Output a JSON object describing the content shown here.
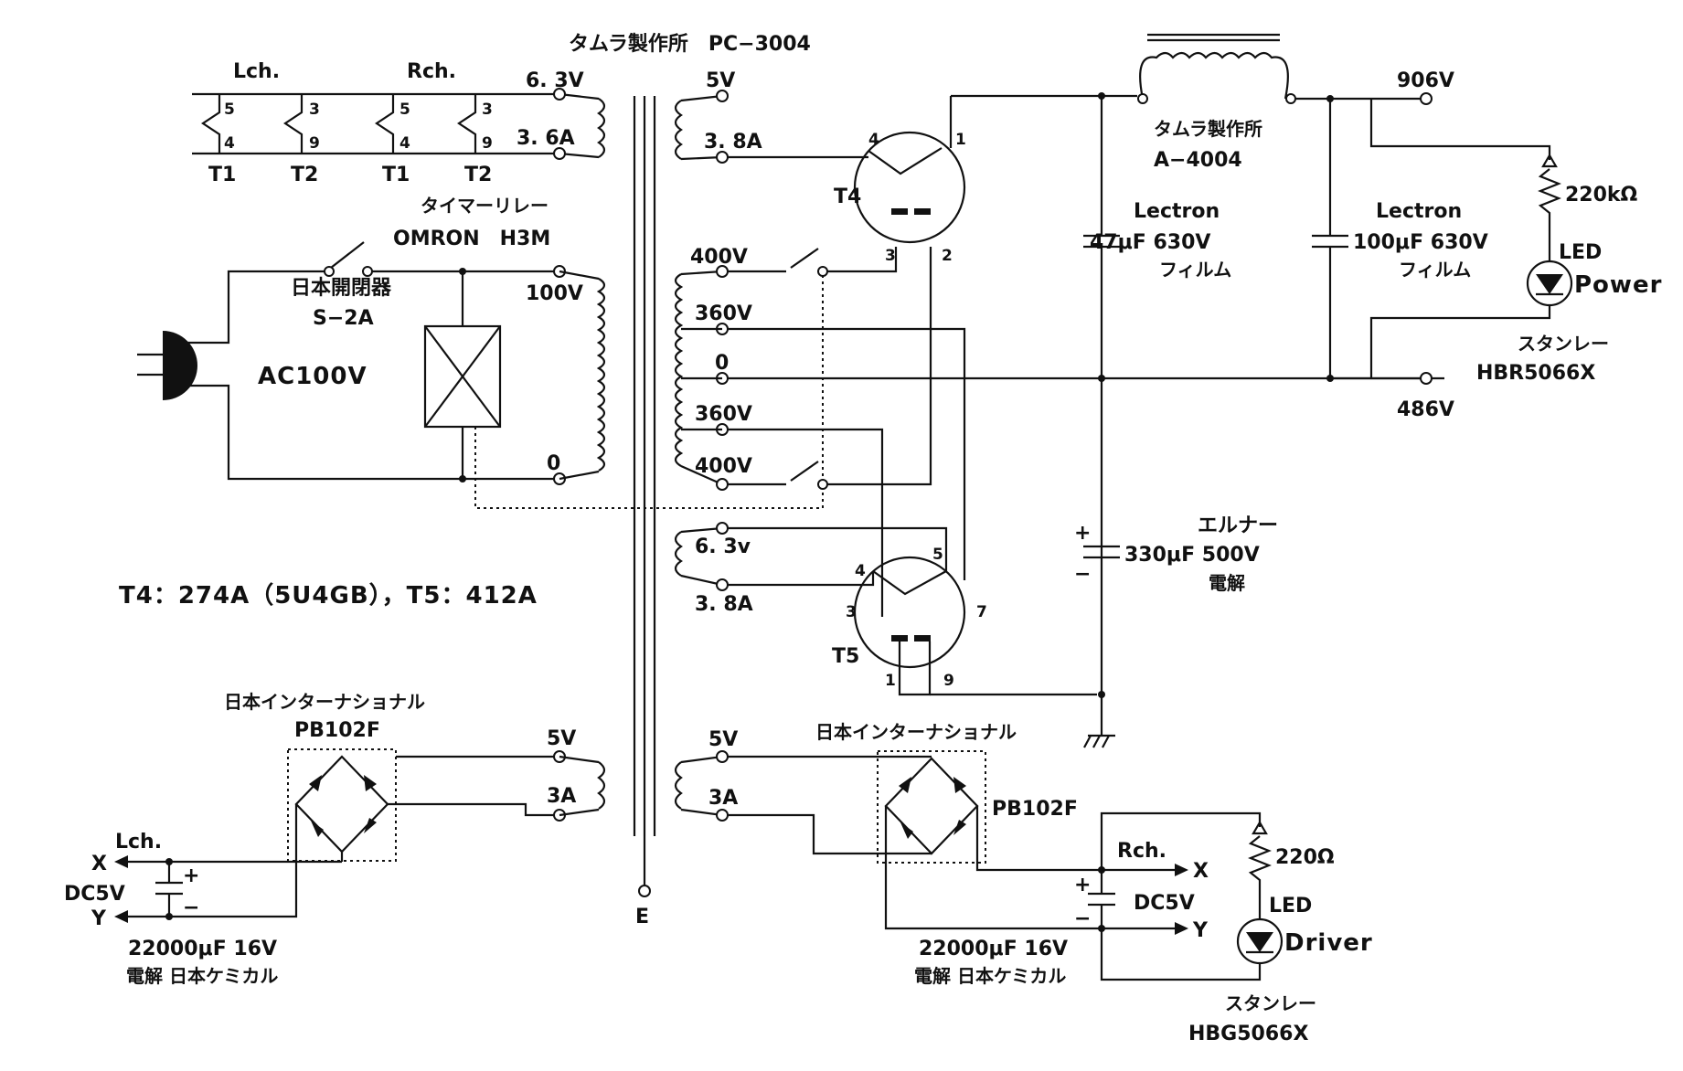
{
  "transformer_top": "タムラ製作所　PC−3004",
  "left_top": {
    "lch": "Lch.",
    "rch": "Rch.",
    "t1": "T1",
    "t2": "T2",
    "t1b": "T1",
    "t2b": "T2",
    "p5": "5",
    "p4": "4",
    "p3": "3",
    "p9": "9",
    "v63": "6. 3V",
    "a36": "3. 6A"
  },
  "relay": {
    "name": "タイマーリレー",
    "model": "OMRON　H3M"
  },
  "switch": {
    "maker": "日本開閉器",
    "model": "S−2A"
  },
  "mains": {
    "ac": "AC100V",
    "tap100": "100V",
    "tap0": "0"
  },
  "secondary": {
    "v5": "5V",
    "a38": "3. 8A",
    "v400a": "400V",
    "v360a": "360V",
    "zero": "0",
    "v360b": "360V",
    "v400b": "400V",
    "v63": "6. 3v",
    "a38b": "3. 8A"
  },
  "tubes": {
    "t4": "T4",
    "t5": "T5",
    "note": "T4：274A（5U4GB），T5：412A",
    "p1": "1",
    "p2": "2",
    "p3": "3",
    "p4": "4",
    "q3": "3",
    "q4": "4",
    "q5": "5",
    "q7": "7",
    "q1": "1",
    "q9": "9"
  },
  "choke": {
    "maker": "タムラ製作所",
    "model": "A−4004"
  },
  "caps": {
    "c1_name": "Lectron",
    "c1_val": "47μF 630V",
    "c1_type": "フィルム",
    "c2_name": "Lectron",
    "c2_val": "100μF 630V",
    "c2_type": "フィルム",
    "c3_name": "エルナー",
    "c3_val": "330μF 500V",
    "c3_type": "電解",
    "plus": "+",
    "minus": "−"
  },
  "outputs": {
    "hv": "906V",
    "lv": "486V"
  },
  "power_led": {
    "res": "220kΩ",
    "led": "LED",
    "label": "Power",
    "maker": "スタンレー",
    "model": "HBR5066X"
  },
  "bridge_l": {
    "maker": "日本インターナショナル",
    "model": "PB102F",
    "v5": "5V",
    "a3": "3A",
    "ch": "Lch.",
    "x": "X",
    "y": "Y",
    "dc": "DC5V",
    "cap": "22000μF 16V",
    "cap_type": "電解 日本ケミカル"
  },
  "bridge_r": {
    "maker": "日本インターナショナル",
    "model": "PB102F",
    "v5": "5V",
    "a3": "3A",
    "ch": "Rch.",
    "x": "X",
    "y": "Y",
    "dc": "DC5V",
    "cap": "22000μF 16V",
    "cap_type": "電解 日本ケミカル"
  },
  "driver_led": {
    "res": "220Ω",
    "led": "LED",
    "label": "Driver",
    "maker": "スタンレー",
    "model": "HBG5066X"
  },
  "earth": "E"
}
